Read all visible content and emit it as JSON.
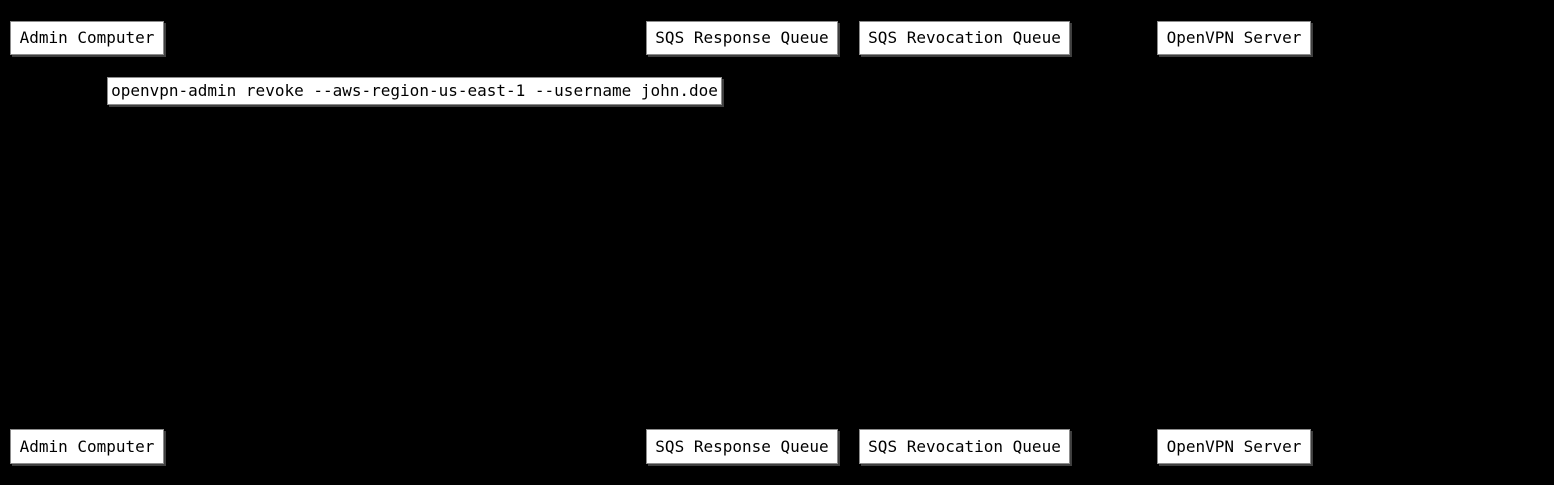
{
  "diagram": {
    "type": "sequence-diagram",
    "colors": {
      "background": "#000000",
      "box_fill": "#ffffff",
      "box_border": "#8c8c8c",
      "box_text": "#000000"
    },
    "participants": [
      {
        "label": "Admin Computer"
      },
      {
        "label": "SQS Response Queue"
      },
      {
        "label": "SQS Revocation Queue"
      },
      {
        "label": "OpenVPN Server"
      }
    ],
    "messages": [
      {
        "label": "openvpn-admin revoke --aws-region-us-east-1 --username john.doe"
      }
    ]
  }
}
